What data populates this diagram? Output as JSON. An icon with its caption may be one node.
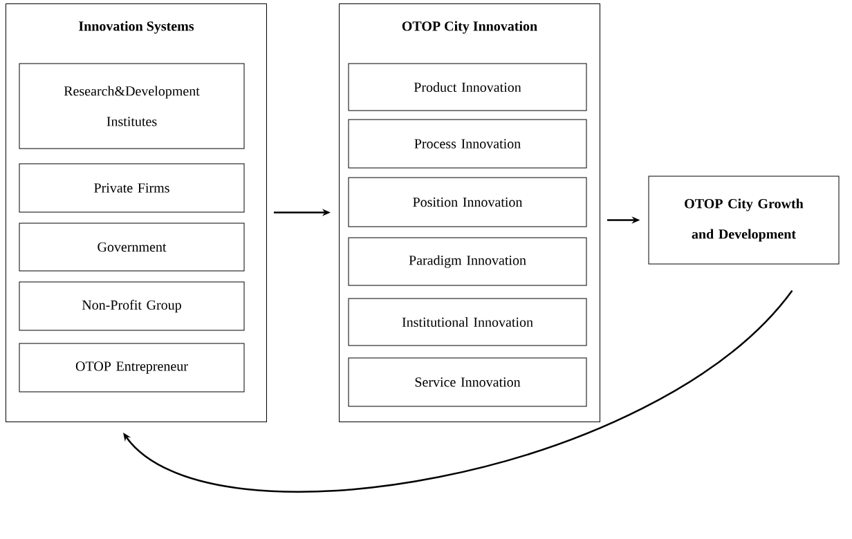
{
  "diagram": {
    "nodes": [
      {
        "text": [
          "Innovation Systems"
        ]
      },
      {
        "text": [
          "Research&Development Institutes"
        ],
        "in": 0
      },
      {
        "text": [
          "Private Firms"
        ],
        "in": 0
      },
      {
        "text": [
          "Government"
        ],
        "in": 0
      },
      {
        "text": [
          "Non-Profit Group"
        ],
        "in": 0
      },
      {
        "text": [
          "OTOP Entrepreneur"
        ],
        "in": 0
      },
      {
        "text": [
          "OTOP City Innovation"
        ]
      },
      {
        "text": [
          "Product Innovation"
        ],
        "in": 6
      },
      {
        "text": [
          "Process Innovation"
        ],
        "in": 6
      },
      {
        "text": [
          "Position Innovation"
        ],
        "in": 6
      },
      {
        "text": [
          "Paradigm Innovation"
        ],
        "in": 6
      },
      {
        "text": [
          "Institutional Innovation"
        ],
        "in": 6
      },
      {
        "text": [
          "Service Innovation"
        ],
        "in": 6
      },
      {
        "text": [
          "OTOP City Growth and Development"
        ]
      }
    ],
    "edges": [
      {
        "from": 0,
        "to": 6,
        "arrow": "to"
      },
      {
        "from": 6,
        "to": 13,
        "arrow": "to"
      },
      {
        "from": 13,
        "to": 0,
        "arrow": "to"
      }
    ]
  }
}
